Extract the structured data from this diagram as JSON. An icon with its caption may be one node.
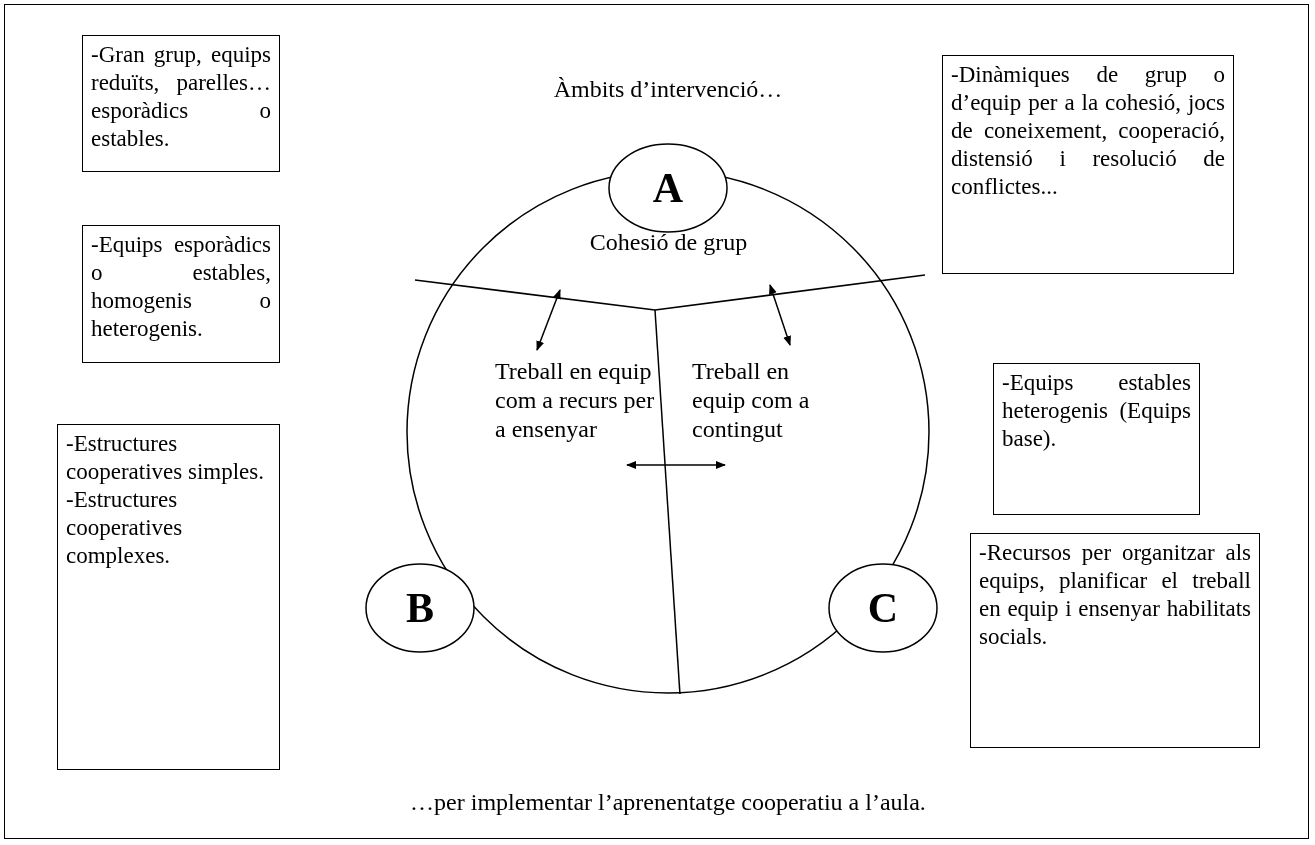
{
  "diagram": {
    "title": "Àmbits d’intervenció…",
    "caption": "…per implementar l’aprenentatge cooperatiu a l’aula.",
    "nodes": [
      {
        "text": [],
        "shape": "circle"
      },
      {
        "text": [
          "A"
        ]
      },
      {
        "text": [
          "B"
        ]
      },
      {
        "text": [
          "C"
        ]
      },
      {
        "text": [
          "Cohesió de grup"
        ],
        "in": 0
      },
      {
        "text": [
          "Treball en equip com a recurs per a ensenyar"
        ],
        "in": 0
      },
      {
        "text": [
          "Treball en equip com a contingut"
        ],
        "in": 0
      },
      {
        "text": [
          "-Gran grup, equips reduïts, parelles… esporàdics o estables."
        ]
      },
      {
        "text": [
          "-Dinàmiques de grup o d’equip per a la cohesió, jocs de coneixement, cooperació, distensió i resolució de conflictes..."
        ]
      },
      {
        "text": [
          "-Equips esporàdics o estables, homogenis o heterogenis."
        ]
      },
      {
        "text": [
          "-Equips estables heterogenis (Equips base)."
        ]
      },
      {
        "text": [
          "-Estructures cooperatives simples.",
          "-Estructures cooperatives complexes."
        ]
      },
      {
        "text": [
          "-Recursos per organitzar als equips, planificar el treball en equip i ensenyar habilitats socials."
        ]
      }
    ],
    "edges": [
      {
        "from": 4,
        "to": 5,
        "arrow": "both"
      },
      {
        "from": 4,
        "to": 6,
        "arrow": "both"
      },
      {
        "from": 5,
        "to": 6,
        "arrow": "both"
      }
    ]
  }
}
